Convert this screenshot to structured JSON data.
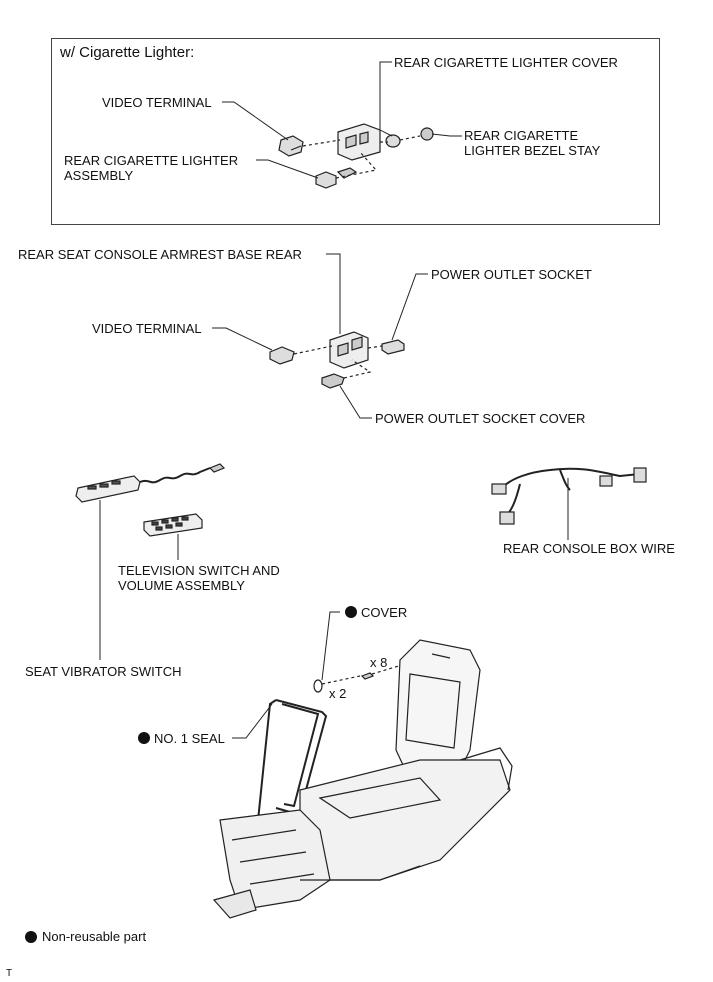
{
  "box_heading": "w/ Cigarette Lighter:",
  "top_section": {
    "rear_cigarette_lighter_cover": "REAR CIGARETTE LIGHTER COVER",
    "video_terminal": "VIDEO TERMINAL",
    "rear_cigarette_lighter_bezel_stay": "REAR CIGARETTE\nLIGHTER BEZEL STAY",
    "rear_cigarette_lighter_assembly": "REAR CIGARETTE LIGHTER\nASSEMBLY"
  },
  "middle_section": {
    "armrest_base_rear": "REAR SEAT CONSOLE ARMREST BASE REAR",
    "power_outlet_socket": "POWER OUTLET SOCKET",
    "video_terminal": "VIDEO TERMINAL",
    "power_outlet_socket_cover": "POWER OUTLET SOCKET COVER"
  },
  "lower_section": {
    "rear_console_box_wire": "REAR CONSOLE BOX WIRE",
    "television_switch": "TELEVISION SWITCH AND\nVOLUME ASSEMBLY",
    "cover": "COVER",
    "qty_screws": "x 8",
    "qty_cover": "x 2",
    "seat_vibrator_switch": "SEAT VIBRATOR SWITCH",
    "no1_seal": "NO. 1 SEAL"
  },
  "legend": {
    "non_reusable": "Non-reusable part"
  },
  "corner_mark": "T"
}
